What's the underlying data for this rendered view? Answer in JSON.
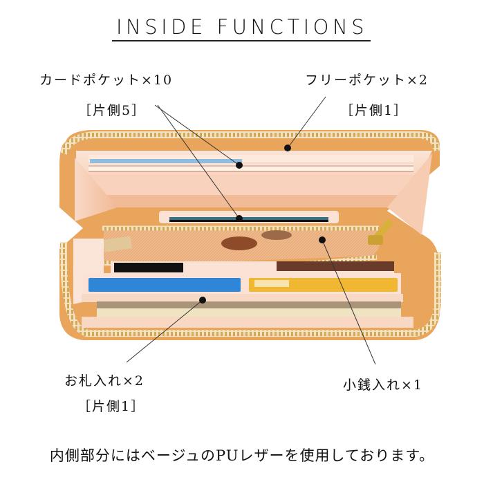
{
  "header": {
    "title": "INSIDE FUNCTIONS"
  },
  "callouts": [
    {
      "id": "card-pocket",
      "label": "カードポケット×10",
      "sub": "［片側5］"
    },
    {
      "id": "free-pocket",
      "label": "フリーポケット×2",
      "sub": "［片側1］"
    },
    {
      "id": "bill-slot",
      "label": "お札入れ×2",
      "sub": "［片側1］"
    },
    {
      "id": "coin-purse",
      "label": "小銭入れ×1",
      "sub": ""
    }
  ],
  "footer": {
    "note": "内側部分にはベージュのPUレザーを使用しております。"
  },
  "colors": {
    "leather_outer": "#e9a55c",
    "leather_inner": "#f7d3bd",
    "lining_pink": "#fbe2d4",
    "zipper_gold": "#d9b469",
    "card_blue": "#2f86d6",
    "card_yellow": "#f0b733",
    "bill_beige": "#efe3c2",
    "callout_line": "#333333"
  }
}
